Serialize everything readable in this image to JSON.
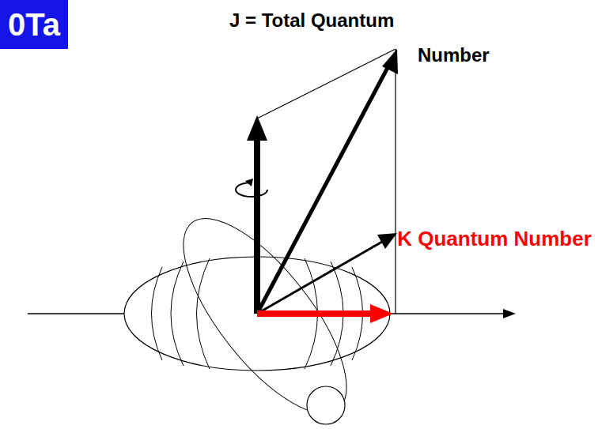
{
  "diagram": {
    "nodes": [
      {
        "text": [
          "0Ta"
        ]
      }
    ],
    "labels": [
      "J = Total Quantum Number",
      "K Quantum Number"
    ]
  }
}
